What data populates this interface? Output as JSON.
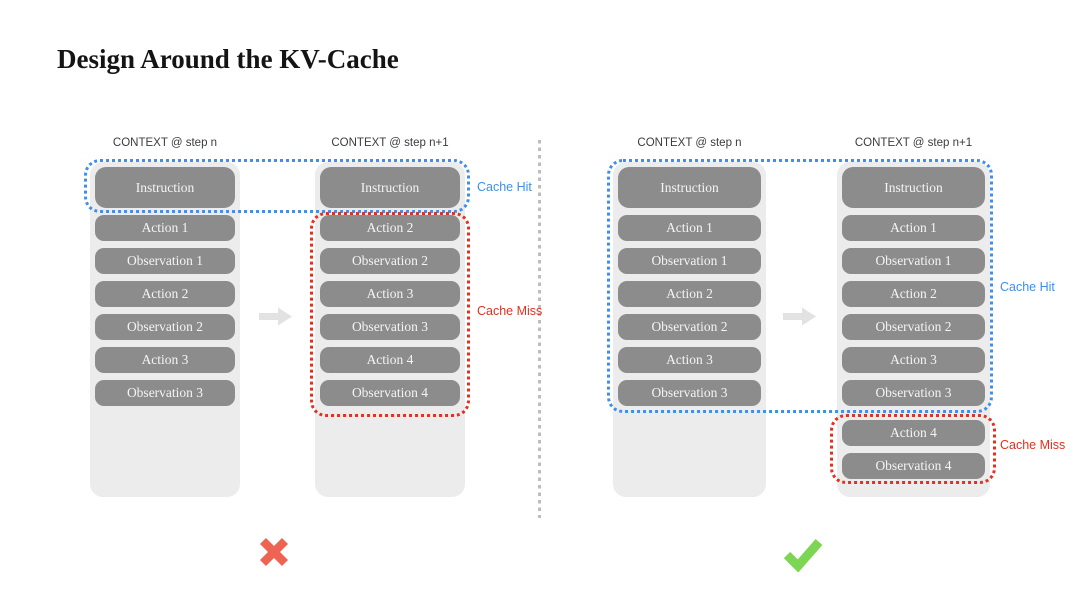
{
  "title": "Design Around the KV-Cache",
  "colors": {
    "title_text": "#141414",
    "header_text": "#3c3c3c",
    "container_fill": "#ececec",
    "box_fill": "#8c8c8c",
    "box_text": "#f4f4f4",
    "cache_hit_blue": "#3f8fea",
    "cache_miss_red": "#e3301f",
    "arrow_gray": "#e2e2e2",
    "divider_gray": "#bdbdbd",
    "cross_red": "#ee6352",
    "check_green": "#7cd653"
  },
  "panels": [
    {
      "verdict_icon": "cross-icon",
      "arrow_icon": "right-arrow-icon",
      "cache_hit_label": "Cache Hit",
      "cache_miss_label": "Cache Miss",
      "columns": [
        {
          "header": "CONTEXT @ step n",
          "boxes": [
            "Instruction",
            "Action 1",
            "Observation 1",
            "Action 2",
            "Observation 2",
            "Action 3",
            "Observation 3"
          ]
        },
        {
          "header": "CONTEXT @ step n+1",
          "boxes": [
            "Instruction",
            "Action 2",
            "Observation 2",
            "Action 3",
            "Observation 3",
            "Action 4",
            "Observation 4"
          ]
        }
      ]
    },
    {
      "verdict_icon": "check-icon",
      "arrow_icon": "right-arrow-icon",
      "cache_hit_label": "Cache Hit",
      "cache_miss_label": "Cache Miss",
      "columns": [
        {
          "header": "CONTEXT @ step n",
          "boxes": [
            "Instruction",
            "Action 1",
            "Observation 1",
            "Action 2",
            "Observation 2",
            "Action 3",
            "Observation 3"
          ]
        },
        {
          "header": "CONTEXT @ step n+1",
          "boxes": [
            "Instruction",
            "Action 1",
            "Observation 1",
            "Action 2",
            "Observation 2",
            "Action 3",
            "Observation 3",
            "Action 4",
            "Observation 4"
          ]
        }
      ]
    }
  ]
}
